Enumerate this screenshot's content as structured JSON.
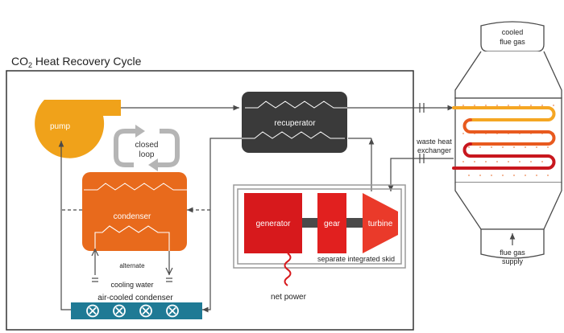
{
  "colors": {
    "pump": "#f0a21a",
    "condenser": "#e86a1c",
    "recuperator": "#3a3a3a",
    "generator": "#d7191c",
    "gear": "#e1201f",
    "turbine": "#ea3a2a",
    "air_cooled": "#1f7a95",
    "line": "#4a4a4a",
    "loop": "#b5b5b5",
    "coil_hot": "#c8171e",
    "coil_mid": "#e85a1f",
    "coil_cool": "#f5a623"
  },
  "title_prefix": "CO",
  "title_sub": "2",
  "title_suffix": " Heat Recovery Cycle",
  "components": {
    "pump": "pump",
    "recuperator": "recuperator",
    "closed_loop_line1": "closed",
    "closed_loop_line2": "loop",
    "condenser": "condenser",
    "generator": "generator",
    "gear": "gear",
    "turbine": "turbine",
    "skid_label": "separate integrated skid",
    "net_power": "net power",
    "alt_cooling_line1": "alternate",
    "alt_cooling_line2": "cooling water",
    "air_cooled": "air-cooled condenser"
  },
  "exchanger": {
    "top_line1": "cooled",
    "top_line2": "flue gas",
    "label_line1": "waste heat",
    "label_line2": "exchanger",
    "bottom_line1": "flue gas",
    "bottom_line2": "supply"
  }
}
